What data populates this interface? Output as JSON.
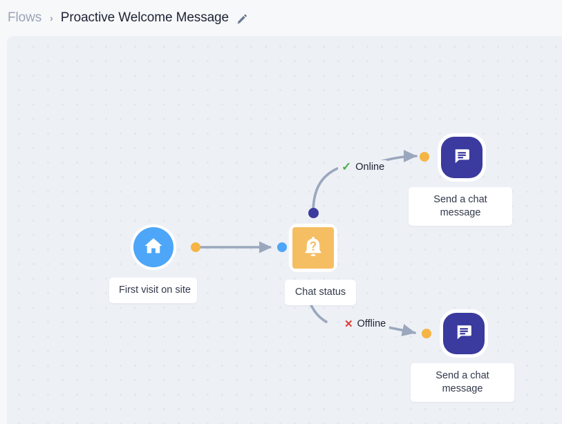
{
  "header": {
    "breadcrumb_root": "Flows",
    "breadcrumb_separator": "›",
    "breadcrumb_current": "Proactive Welcome Message",
    "edit_icon": "pencil-icon"
  },
  "canvas": {
    "background_color": "#edf0f5",
    "dot_color": "#e2e7ef"
  },
  "nodes": [
    {
      "id": "trigger",
      "label": "First visit on site",
      "icon": "home-icon",
      "shape": "circle",
      "color": "#4da6f7"
    },
    {
      "id": "condition",
      "label": "Chat status",
      "icon": "bell-question-icon",
      "shape": "square",
      "color": "#f5be62"
    },
    {
      "id": "action_online",
      "label": "Send a chat message",
      "icon": "chat-bubble-icon",
      "shape": "rounded-square",
      "color": "#3b3a9e"
    },
    {
      "id": "action_offline",
      "label": "Send a chat message",
      "icon": "chat-bubble-icon",
      "shape": "rounded-square",
      "color": "#3b3a9e"
    }
  ],
  "edges": [
    {
      "id": "trigger-to-condition",
      "from": "trigger",
      "to": "condition",
      "label": "",
      "mark": "",
      "source_port_color": "#f5b545",
      "target_port_color": "#4da6f7"
    },
    {
      "id": "condition-online",
      "from": "condition",
      "to": "action_online",
      "label": "Online",
      "mark": "✓",
      "mark_type": "check",
      "mark_color": "#4caf50",
      "source_port_color": "#3b3a9e",
      "target_port_color": "#f5b545"
    },
    {
      "id": "condition-offline",
      "from": "condition",
      "to": "action_offline",
      "label": "Offline",
      "mark": "✕",
      "mark_type": "cross",
      "mark_color": "#e03b33",
      "source_port_color": "#3b3a9e",
      "target_port_color": "#f5b545"
    }
  ],
  "colors": {
    "page_background": "#f7f8fa",
    "trigger_blue": "#4da6f7",
    "condition_amber": "#f5be62",
    "action_indigo": "#3b3a9e",
    "port_orange": "#f5b545",
    "port_navy": "#3b3a9e",
    "edge_gray": "#9aa7bd",
    "text_dark": "#1d2333",
    "text_muted": "#9aa4b5"
  }
}
